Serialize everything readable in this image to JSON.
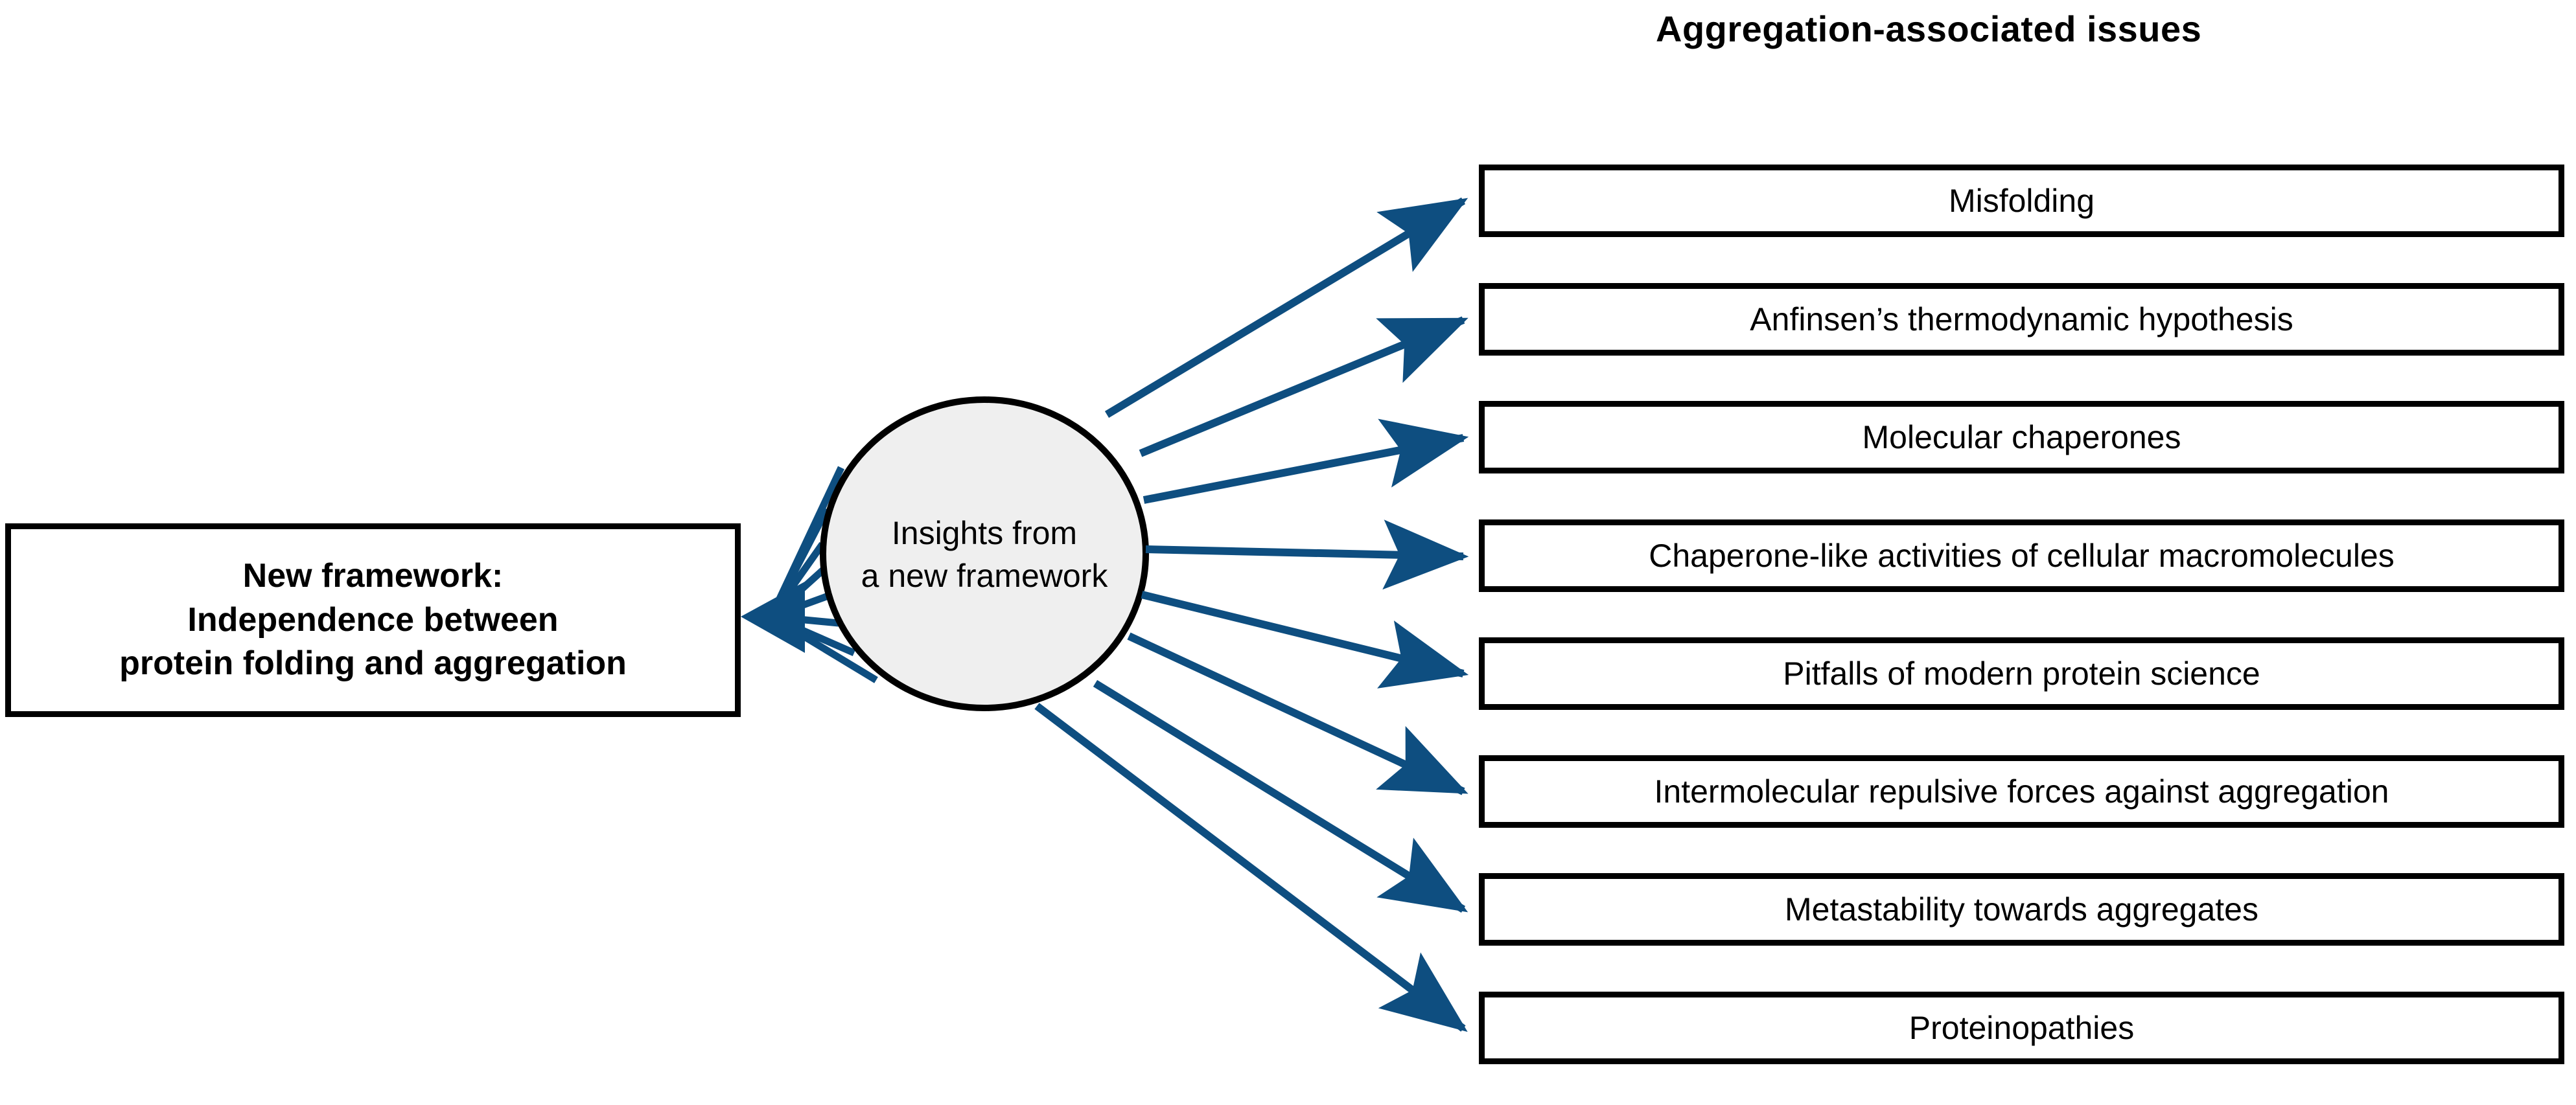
{
  "diagram": {
    "title": "Aggregation-associated issues",
    "source_box": {
      "lines": [
        "New framework:",
        "Independence between",
        "protein folding and aggregation"
      ]
    },
    "hub": {
      "lines": [
        "Insights from",
        "a new framework"
      ]
    },
    "issues": [
      {
        "label": "Misfolding"
      },
      {
        "label": "Anfinsen’s thermodynamic hypothesis"
      },
      {
        "label": "Molecular chaperones"
      },
      {
        "label": "Chaperone-like activities of cellular macromolecules"
      },
      {
        "label": "Pitfalls of modern protein science"
      },
      {
        "label": "Intermolecular repulsive forces against aggregation"
      },
      {
        "label": "Metastability towards aggregates"
      },
      {
        "label": "Proteinopathies"
      }
    ],
    "colors": {
      "arrow": "#0E4E80",
      "outline": "#000000",
      "hub_fill": "#EFEFEF",
      "box_fill": "#FFFFFF",
      "background": "#FFFFFF"
    }
  }
}
